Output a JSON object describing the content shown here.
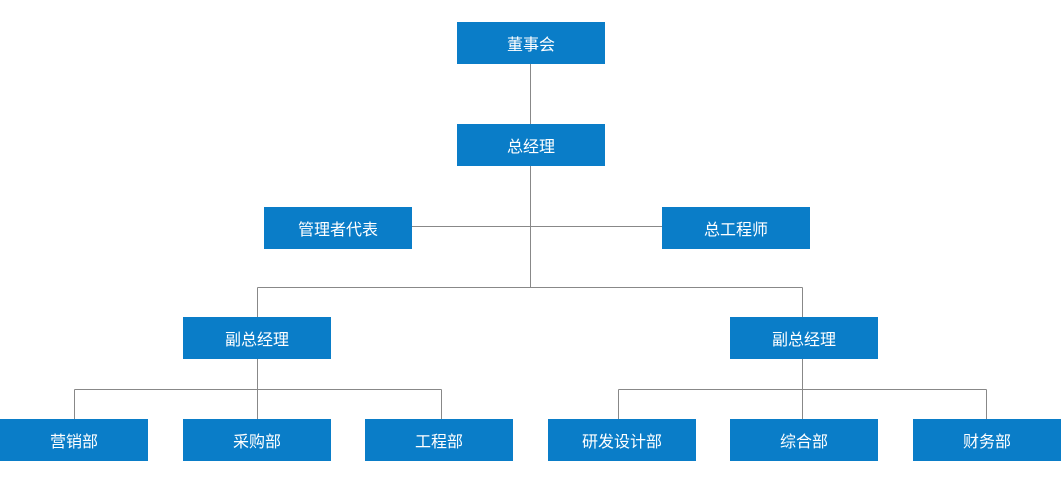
{
  "org_chart": {
    "accent_color": "#0a7dc8",
    "line_color": "#888888",
    "board": "董事会",
    "general_manager": "总经理",
    "management_representative": "管理者代表",
    "chief_engineer": "总工程师",
    "vice_general_manager_left": "副总经理",
    "vice_general_manager_right": "副总经理",
    "departments_left": [
      "营销部",
      "采购部",
      "工程部"
    ],
    "departments_right": [
      "研发设计部",
      "综合部",
      "财务部"
    ]
  }
}
